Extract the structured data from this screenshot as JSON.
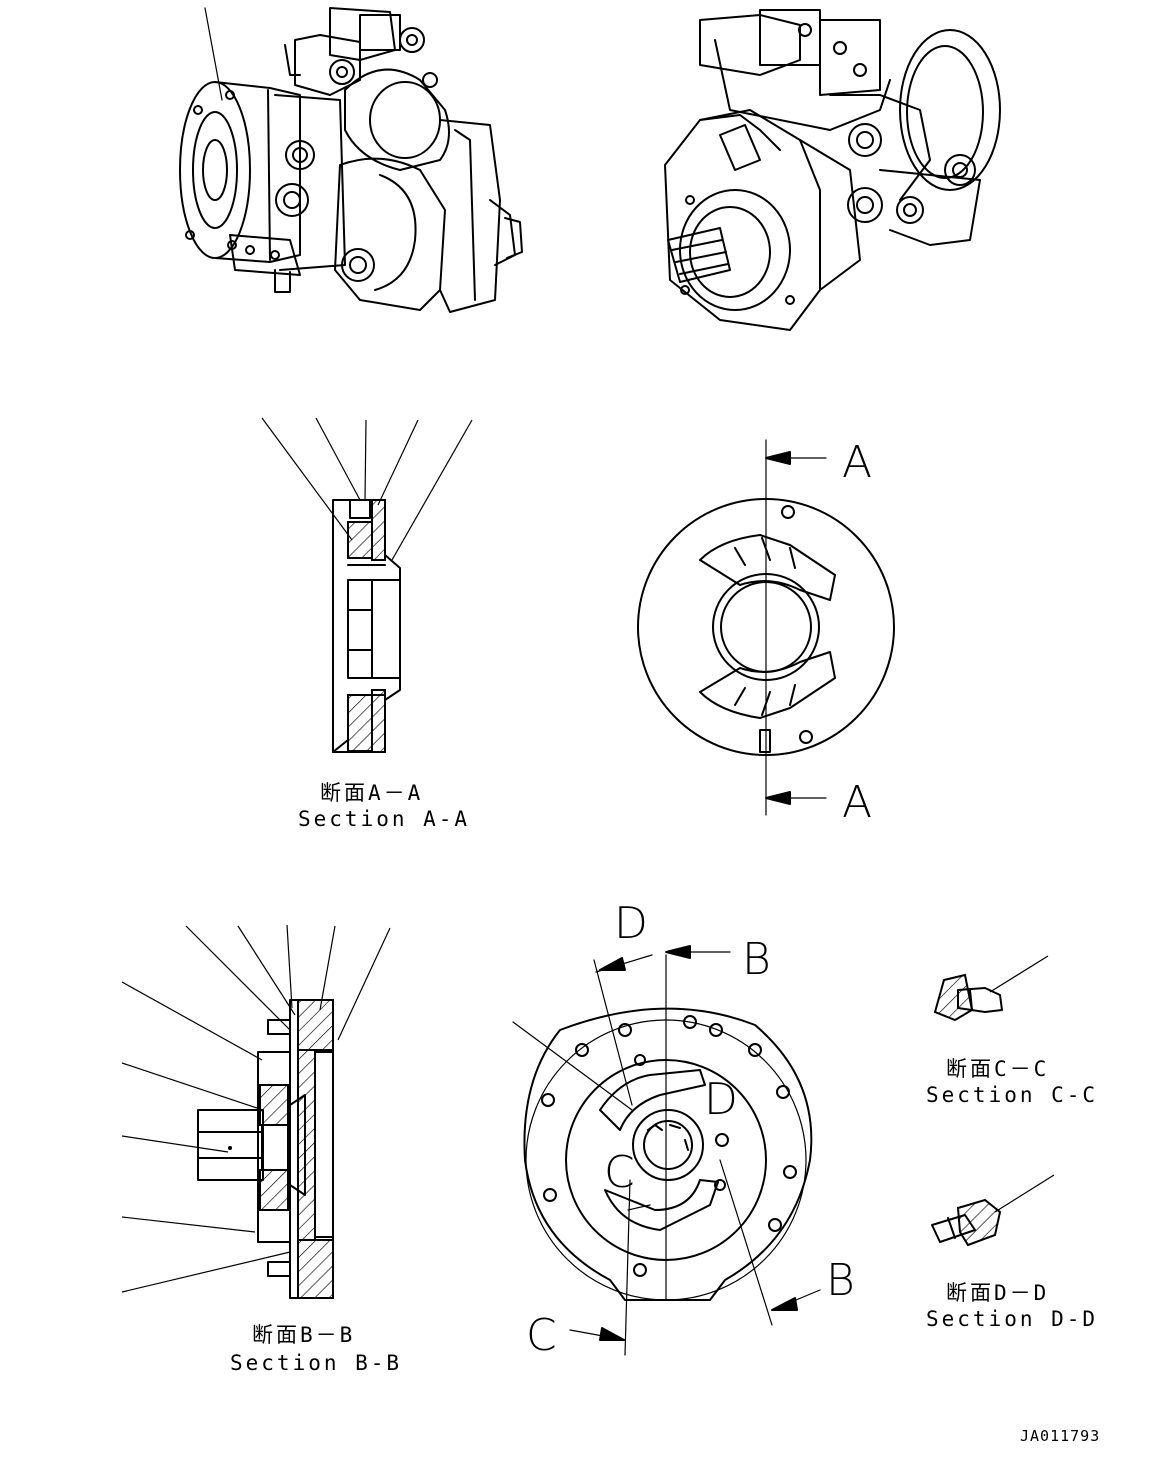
{
  "captions": {
    "aa_jp": "断面A－A",
    "aa_en": "Section A-A",
    "bb_jp": "断面B－B",
    "bb_en": "Section B-B",
    "cc_jp": "断面C－C",
    "cc_en": "Section C-C",
    "dd_jp": "断面D－D",
    "dd_en": "Section D-D"
  },
  "cut_markers": {
    "a_top": "A",
    "a_bottom": "A",
    "b_top": "B",
    "b_bottom": "B",
    "c_bottom": "C",
    "c_inner": "C",
    "d_top": "D",
    "d_inner": "D"
  },
  "drawing_code": "JA011793"
}
